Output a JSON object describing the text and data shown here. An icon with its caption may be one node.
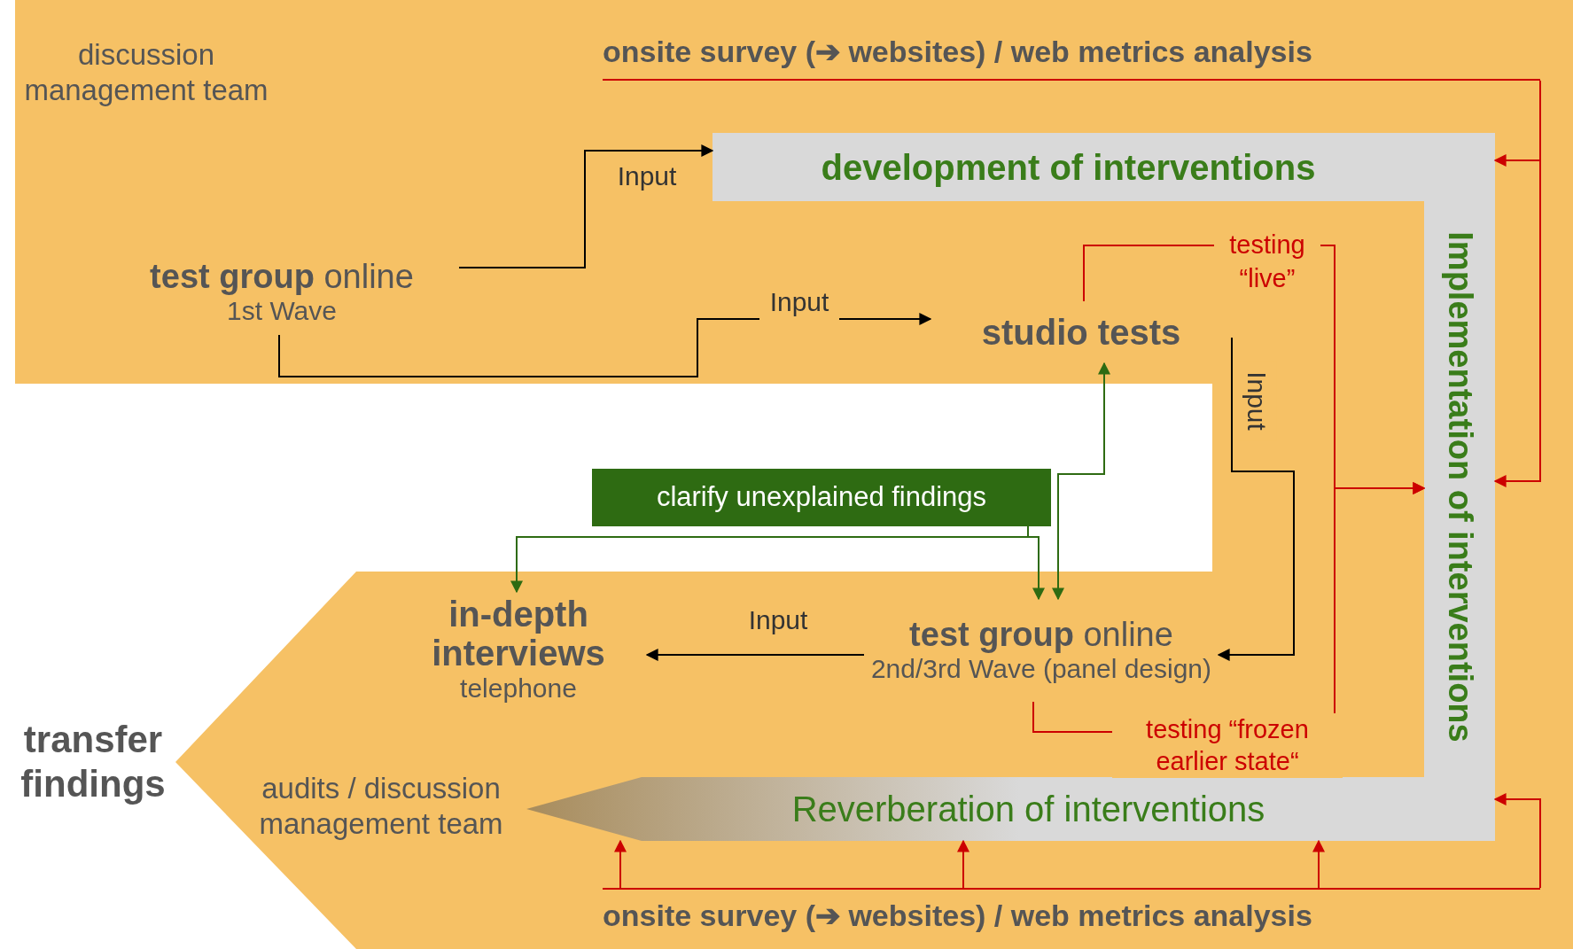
{
  "diagram": {
    "nodes": [
      {
        "text": [
          "**test group** online",
          "1st Wave"
        ]
      },
      {
        "text": [
          "development of interventions"
        ]
      },
      {
        "text": [
          "studio tests"
        ]
      },
      {
        "text": [
          "Implementation of interventions"
        ]
      },
      {
        "text": [
          "clarify unexplained findings"
        ]
      },
      {
        "text": [
          "in-depth interviews",
          "telephone"
        ]
      },
      {
        "text": [
          "**test group** online",
          "2nd/3rd Wave (panel design)"
        ]
      },
      {
        "text": [
          "Reverberation of interventions"
        ]
      },
      {
        "text": [
          "onsite survey (➔ websites) / web metrics analysis"
        ]
      },
      {
        "text": [
          "onsite survey (➔ websites) / web metrics analysis"
        ]
      }
    ],
    "edges": [
      {
        "from": 0,
        "to": 1,
        "arrow": "to",
        "label": "Input",
        "color": "#000000"
      },
      {
        "from": 0,
        "to": 2,
        "arrow": "to",
        "label": "Input",
        "color": "#000000"
      },
      {
        "from": 2,
        "to": 6,
        "arrow": "to",
        "label": "Input",
        "color": "#000000"
      },
      {
        "from": 6,
        "to": 5,
        "arrow": "to",
        "label": "Input",
        "color": "#000000"
      },
      {
        "from": 4,
        "to": 5,
        "arrow": "to",
        "color": "#2e6b12"
      },
      {
        "from": 4,
        "to": 6,
        "arrow": "to",
        "color": "#2e6b12"
      },
      {
        "from": 6,
        "to": 2,
        "arrow": "both",
        "color": "#2e6b12"
      },
      {
        "from": 2,
        "to": 3,
        "arrow": "to",
        "label": "testing “live”"
      },
      {
        "from": 6,
        "to": 3,
        "arrow": "to",
        "label": "testing “frozen earlier state“"
      },
      {
        "from": 8,
        "to": 3,
        "arrow": "to"
      },
      {
        "from": 8,
        "to": 3,
        "arrow": "to"
      },
      {
        "from": 9,
        "to": 3,
        "arrow": "to"
      },
      {
        "from": 9,
        "to": 7,
        "arrow": "to"
      },
      {
        "from": 9,
        "to": 7,
        "arrow": "to"
      },
      {
        "from": 9,
        "to": 7,
        "arrow": "to"
      }
    ],
    "labels": [
      "discussion management team",
      "transfer findings",
      "audits / discussion management team"
    ]
  }
}
